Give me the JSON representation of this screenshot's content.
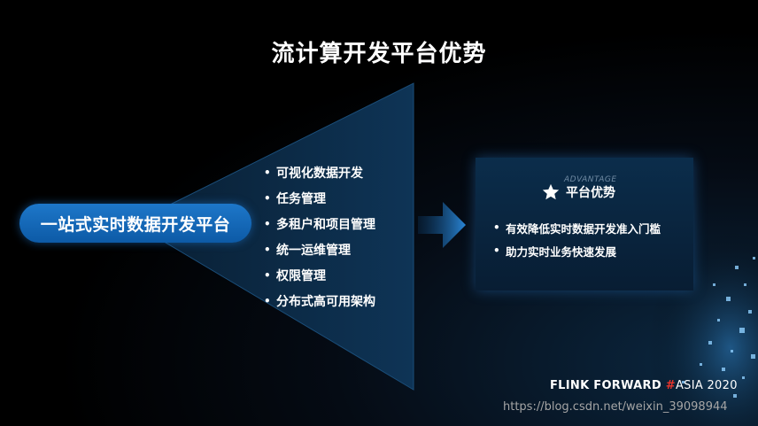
{
  "slide": {
    "title": "流计算开发平台优势",
    "pill_label": "一站式实时数据开发平台",
    "features": [
      "可视化数据开发",
      "任务管理",
      "多租户和项目管理",
      "统一运维管理",
      "权限管理",
      "分布式高可用架构"
    ],
    "bullet": "•",
    "panel": {
      "watermark": "ADVANTAGE",
      "title": "平台优势",
      "icon": "star-icon",
      "items": [
        "有效降低实时数据开发准入门槛",
        "助力实时业务快速发展"
      ]
    },
    "footer": {
      "brand": "FLINK  FORWARD ",
      "hash": "#",
      "asia": "ASIA 2020"
    },
    "watermark_url": "https://blog.csdn.net/weixin_39098944"
  },
  "colors": {
    "pill": "#1d77c9",
    "hash": "#e8342b",
    "panel": "#0b2d4b"
  }
}
